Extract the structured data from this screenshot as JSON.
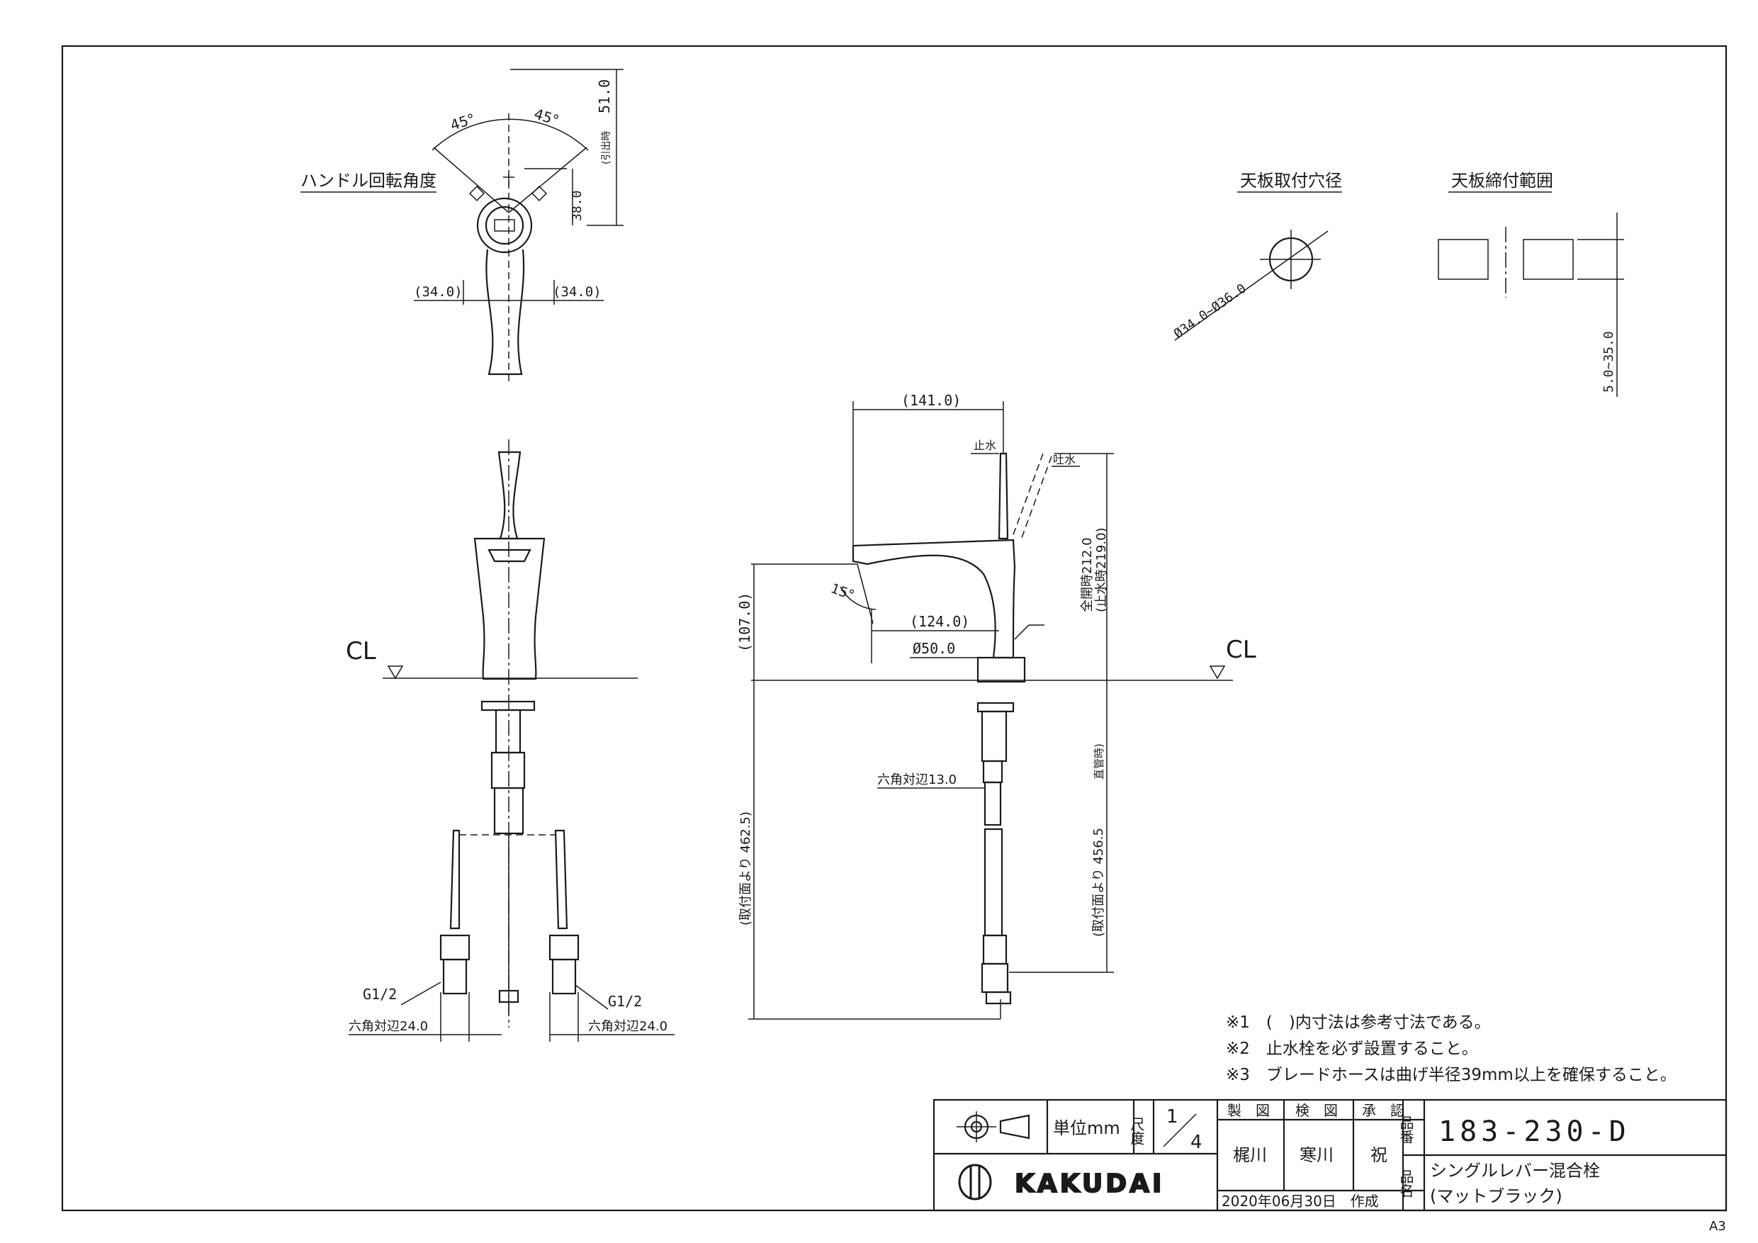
{
  "titles": {
    "handle_angle": "ハンドル回転角度",
    "mount_hole": "天板取付穴径",
    "clamp_range": "天板締付範囲"
  },
  "dims": {
    "angle_left": "45°",
    "angle_right": "45°",
    "pull_out": "51.0",
    "pull_out_label": "(引出時",
    "handle_h": "38.0",
    "handle_left": "(34.0)",
    "handle_right": "(34.0)",
    "hole_dia": "Ø34.0~Ø36.0",
    "clamp": "5.0~35.0",
    "spout_reach": "(141.0)",
    "spout_angle": "15°",
    "spout_x": "(124.0)",
    "base_dia": "Ø50.0",
    "spout_h": "(107.0)",
    "body_h_full": "全開時212.0",
    "body_h_stop": "(止水時219.0)",
    "hex_mid": "六角対辺13.0",
    "hose_len_left": "(取付面より 462.5)",
    "hose_len_right": "(取付面より 456.5",
    "hose_len_right_note": "直管時)",
    "thread_left": "G1/2",
    "thread_right": "G1/2",
    "hex_left": "六角対辺24.0",
    "hex_right": "六角対辺24.0",
    "lbl_stop": "止水",
    "lbl_spout": "吐水",
    "cl": "CL"
  },
  "notes": [
    "※1　(　)内寸法は参考寸法である。",
    "※2　止水栓を必ず設置すること。",
    "※3　ブレードホースは曲げ半径39mm以上を確保すること。"
  ],
  "title_block": {
    "unit": "単位mm",
    "scale_label": "尺度",
    "scale_num": "1",
    "scale_den": "4",
    "hdr_drawn": "製　図",
    "hdr_checked": "検　図",
    "hdr_approved": "承　認",
    "drawn_by": "梶川",
    "checked_by": "寒川",
    "approved_by": "祝",
    "date": "2020年06月30日　作成",
    "part_no_label": "品番",
    "part_no": "183-230-D",
    "name_label": "品名",
    "name_line1": "シングルレバー混合栓",
    "name_line2": "(マットブラック)",
    "brand": "KAKUDAI"
  },
  "paper_size": "A3"
}
